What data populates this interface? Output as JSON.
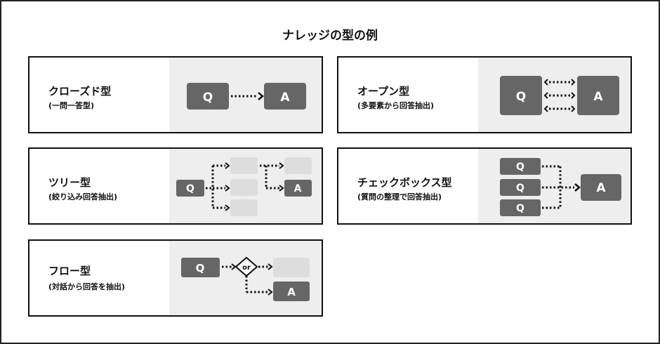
{
  "title": "ナレッジの型の例",
  "colors": {
    "node_dark": "#666666",
    "node_light": "#dddddd",
    "panel_bg": "#eeeeee",
    "border": "#111111"
  },
  "node_labels": {
    "question": "Q",
    "answer": "A",
    "branch": "or"
  },
  "cards": {
    "closed": {
      "name": "クローズド型",
      "sub": "(一問一答型)"
    },
    "open": {
      "name": "オープン型",
      "sub": "(多要素から回答抽出)"
    },
    "tree": {
      "name": "ツリー型",
      "sub": "(絞り込み回答抽出)"
    },
    "checkbox": {
      "name": "チェックボックス型",
      "sub": "(質問の整理で回答抽出)"
    },
    "flow": {
      "name": "フロー型",
      "sub": "(対話から回答を抽出)"
    }
  }
}
